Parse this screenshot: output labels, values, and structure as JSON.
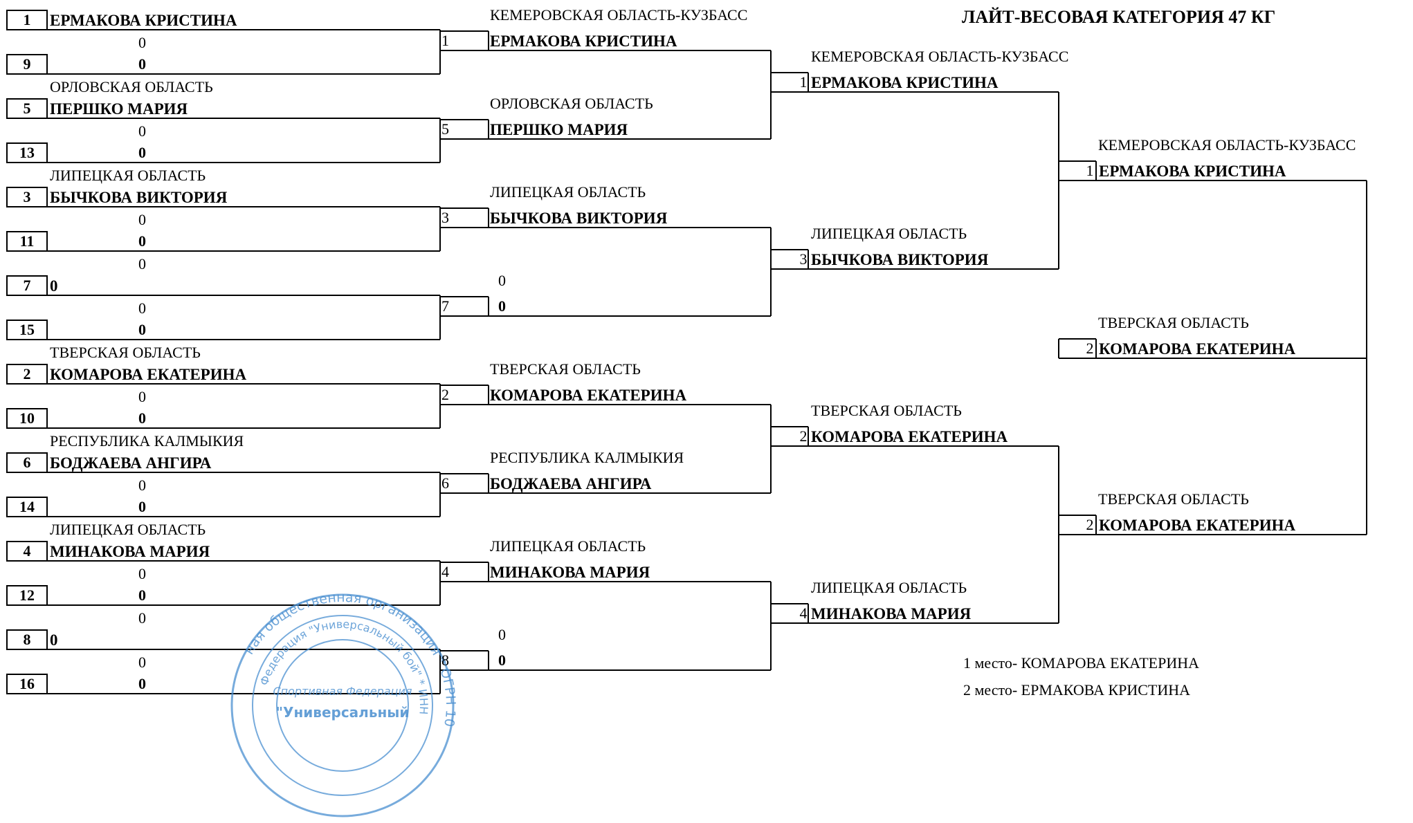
{
  "title": "ЛАЙТ-ВЕСОВАЯ КАТЕГОРИЯ 47 КГ",
  "round1": {
    "seeds": [
      "1",
      "9",
      "5",
      "13",
      "3",
      "11",
      "7",
      "15",
      "2",
      "10",
      "6",
      "14",
      "4",
      "12",
      "8",
      "16"
    ],
    "names": [
      "ЕРМАКОВА КРИСТИНА",
      "0",
      "ПЕРШКО МАРИЯ",
      "0",
      "БЫЧКОВА ВИКТОРИЯ",
      "0",
      "0",
      "0",
      "КОМАРОВА ЕКАТЕРИНА",
      "0",
      "БОДЖАЕВА АНГИРА",
      "0",
      "МИНАКОВА МАРИЯ",
      "0",
      "0",
      "0"
    ],
    "regions": [
      "0",
      "ОРЛОВСКАЯ ОБЛАСТЬ",
      "0",
      "ЛИПЕЦКАЯ ОБЛАСТЬ",
      "0",
      "0",
      "0",
      "ТВЕРСКАЯ ОБЛАСТЬ",
      "0",
      "РЕСПУБЛИКА КАЛМЫКИЯ",
      "0",
      "ЛИПЕЦКАЯ ОБЛАСТЬ",
      "0",
      "0",
      "0"
    ]
  },
  "round2": {
    "numbers": [
      "1",
      "5",
      "3",
      "7",
      "2",
      "6",
      "4",
      "8"
    ],
    "regions": [
      "КЕМЕРОВСКАЯ ОБЛАСТЬ-КУЗБАСС",
      "ОРЛОВСКАЯ ОБЛАСТЬ",
      "ЛИПЕЦКАЯ ОБЛАСТЬ",
      "0",
      "ТВЕРСКАЯ ОБЛАСТЬ",
      "РЕСПУБЛИКА КАЛМЫКИЯ",
      "ЛИПЕЦКАЯ ОБЛАСТЬ",
      "0"
    ],
    "names": [
      "ЕРМАКОВА КРИСТИНА",
      "ПЕРШКО МАРИЯ",
      "БЫЧКОВА ВИКТОРИЯ",
      "0",
      "КОМАРОВА ЕКАТЕРИНА",
      "БОДЖАЕВА АНГИРА",
      "МИНАКОВА МАРИЯ",
      "0"
    ]
  },
  "round3": {
    "numbers": [
      "1",
      "3",
      "2",
      "4"
    ],
    "regions": [
      "КЕМЕРОВСКАЯ ОБЛАСТЬ-КУЗБАСС",
      "ЛИПЕЦКАЯ ОБЛАСТЬ",
      "ТВЕРСКАЯ ОБЛАСТЬ",
      "ЛИПЕЦКАЯ ОБЛАСТЬ"
    ],
    "names": [
      "ЕРМАКОВА КРИСТИНА",
      "БЫЧКОВА ВИКТОРИЯ",
      "КОМАРОВА ЕКАТЕРИНА",
      "МИНАКОВА МАРИЯ"
    ]
  },
  "round4": {
    "numbers": [
      "1",
      "2"
    ],
    "regions": [
      "КЕМЕРОВСКАЯ ОБЛАСТЬ-КУЗБАСС",
      "ТВЕРСКАЯ ОБЛАСТЬ"
    ],
    "names": [
      "ЕРМАКОВА КРИСТИНА",
      "КОМАРОВА ЕКАТЕРИНА"
    ]
  },
  "final_winner": {
    "number": "2",
    "region": "ТВЕРСКАЯ ОБЛАСТЬ",
    "name": "КОМАРОВА ЕКАТЕРИНА"
  },
  "results": [
    "1 место-  КОМАРОВА ЕКАТЕРИНА",
    "2 место-  ЕРМАКОВА КРИСТИНА"
  ],
  "stamp": {
    "ring_text": "ная общественная организация * ОГРН 10",
    "inner_text": "Федерация \"Универсальный бой\" * ИНН",
    "center_text": "\"Универсальный",
    "arc_text": "Спортивная Федерация",
    "color": "#4a8fd0"
  }
}
